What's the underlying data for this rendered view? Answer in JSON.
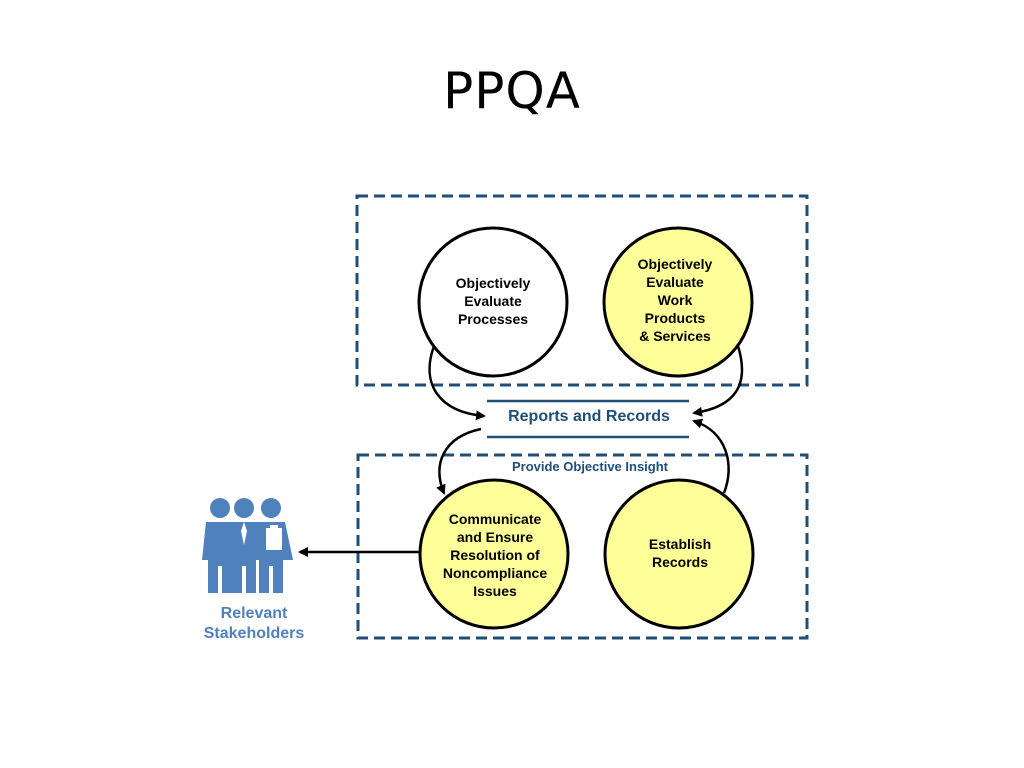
{
  "title": "PPQA",
  "nodes": {
    "evaluate_processes": "Objectively\nEvaluate\nProcesses",
    "evaluate_work_products": "Objectively\nEvaluate\nWork\nProducts\n& Services",
    "communicate_ensure": "Communicate\nand Ensure\nResolution of\nNoncompliance\nIssues",
    "establish_records": "Establish\nRecords"
  },
  "reports_and_records": "Reports and Records",
  "group_label": "Provide Objective Insight",
  "stakeholders_label": "Relevant\nStakeholders",
  "colors": {
    "dashed_border": "#1f4e79",
    "yellow_fill": "#ffff99",
    "stakeholder_blue": "#4f81bd",
    "reports_text": "#1f4e79"
  }
}
